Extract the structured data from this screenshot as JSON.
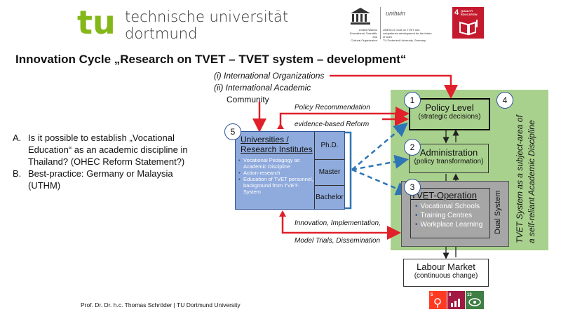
{
  "header": {
    "logo_letters": "tu",
    "university_line1": "technische universität",
    "university_line2": "dortmund",
    "unesco_block": {
      "org_line1": "United Nations",
      "org_line2": "Educational, Scientific and",
      "org_line3": "Cultural Organization",
      "chair_brand": "unitwin",
      "chair_line1": "UNESCO Chair on TVET and",
      "chair_line2": "competence development for the future of work",
      "chair_line3": "TU Dortmund University, Germany"
    },
    "sdg_badge": {
      "number": "4",
      "label": "QUALITY EDUCATION",
      "color": "#c5192d"
    }
  },
  "slide": {
    "title": "Innovation Cycle „Research on TVET – TVET system – development“",
    "questions": [
      {
        "marker": "A.",
        "text": "Is it possible to establish „Vocational Education“ as an academic discipline in Thailand? (OHEC Reform Statement?)"
      },
      {
        "marker": "B.",
        "text": "Best-practice: Germany or Malaysia (UTHM)"
      }
    ]
  },
  "diagram": {
    "intl_line1": "(i) International Organizations",
    "intl_line2": "(ii) International Academic",
    "intl_line3": "Community",
    "arrow_labels": {
      "policy_recommendation": "Policy Recommendation",
      "evidence_reform": "evidence-based Reform",
      "innovation": "Innovation, Implementation,",
      "model_trials": "Model Trials, Dissemination"
    },
    "circles": {
      "n1": "1",
      "n2": "2",
      "n3": "3",
      "n4": "4",
      "n5": "5"
    },
    "policy": {
      "title": "Policy Level",
      "subtitle": "(strategic decisions)"
    },
    "administration": {
      "title": "Administration",
      "subtitle": "(policy transformation)"
    },
    "operation": {
      "title": "TVET-Operation",
      "items": [
        "Vocational Schools",
        "Training Centres",
        "Workplace Learning"
      ],
      "dual_label": "Dual System"
    },
    "vertical_label_line1": "TVET System as a subject-area of",
    "vertical_label_line2": "a self-reliant Academic Discipline",
    "labour": {
      "title": "Labour Market",
      "subtitle": "(continuous change)"
    },
    "university": {
      "title_line1": "Universities /",
      "title_line2": "Research Institutes",
      "items": [
        "Vocational Pedagogy as Academic Discipline",
        "Action-research",
        "Education of TVET personnel, background from TVET-System"
      ],
      "degrees": [
        "Ph.D.",
        "Master",
        "Bachelor"
      ]
    },
    "colors": {
      "green": "#a9d18e",
      "grey": "#a6a6a6",
      "uni_blue": "#8faadc",
      "arrow_red": "#e0202a",
      "arrow_blue": "#2e75b6",
      "tu_green": "#84b819"
    }
  },
  "footer": {
    "author": "Prof. Dr. Dr. h.c. Thomas Schröder | TU Dortmund University",
    "sdg_icons": [
      {
        "number": "5",
        "color": "#ff3a21",
        "icon": "gender-equality-icon"
      },
      {
        "number": "8",
        "color": "#a21942",
        "icon": "economic-growth-icon"
      },
      {
        "number": "13",
        "color": "#3f7e44",
        "icon": "climate-action-icon"
      }
    ]
  }
}
